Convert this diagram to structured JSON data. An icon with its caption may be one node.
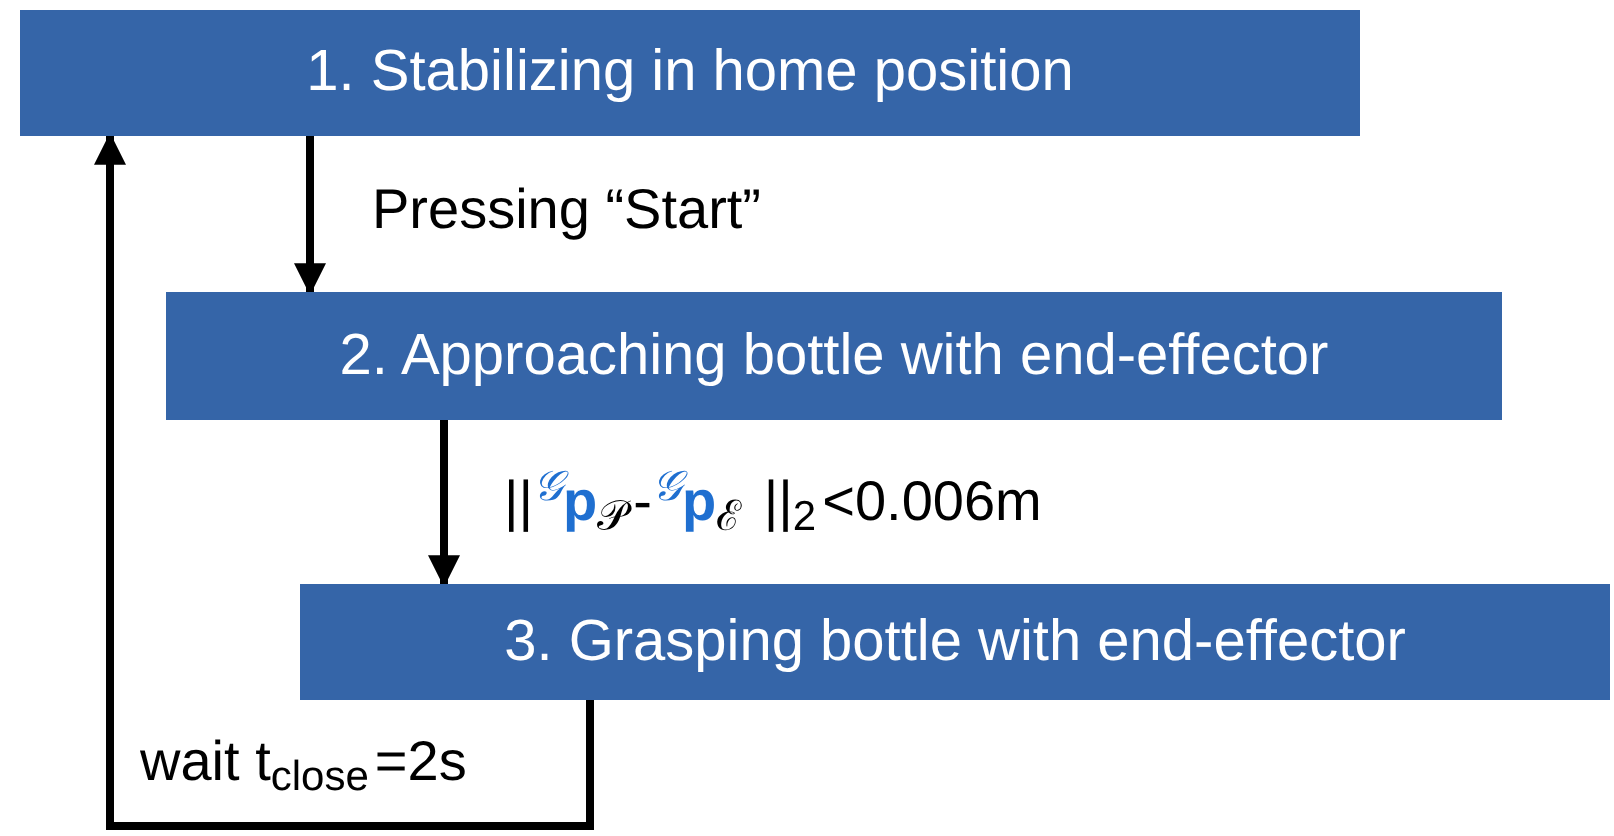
{
  "diagram": {
    "nodes": [
      {
        "text": [
          "1. Stabilizing in home position"
        ]
      },
      {
        "text": [
          "2. Approaching bottle with end-effector"
        ]
      },
      {
        "text": [
          "3. Grasping bottle with end-effector"
        ]
      }
    ],
    "edges": [
      {
        "from": 0,
        "to": 1,
        "arrow": "to",
        "label": "Pressing “Start”"
      },
      {
        "from": 1,
        "to": 2,
        "arrow": "to",
        "label": "||$^{𝒢}$**p**$_{𝒫}$-$^{𝒢}$**p**$_{ℰ}$ ||$_{2}$<0.006m"
      },
      {
        "from": 2,
        "to": 0,
        "arrow": "to",
        "label": "wait t$_{close}$=2s"
      }
    ]
  }
}
